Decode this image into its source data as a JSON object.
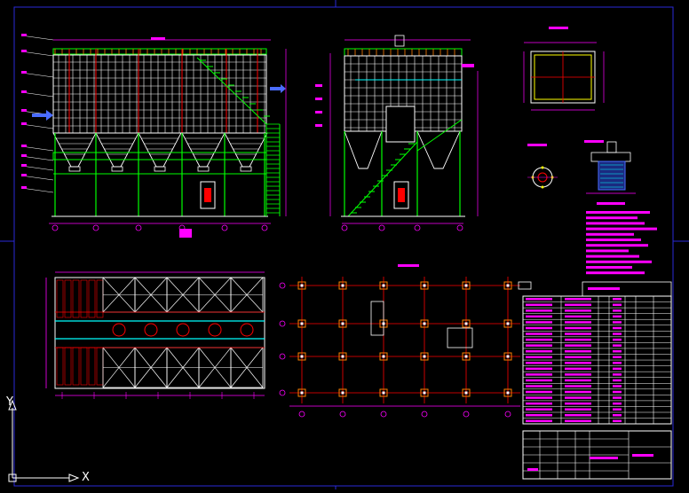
{
  "drawing": {
    "background": "#000000",
    "colors": {
      "frame": "#2a2ad8",
      "structure": "#ffffff",
      "dimension": "#ff00ff",
      "steel": "#00ff00",
      "red": "#ff0000",
      "cyan": "#00ffff",
      "yellow": "#ffff00",
      "orange": "#ff7f00",
      "column": "#ff6060"
    },
    "views": [
      "front-elevation",
      "side-elevation",
      "top-plan",
      "foundation-plan",
      "hopper-section",
      "flange-detail",
      "valve-detail"
    ]
  },
  "ucs": {
    "x_label": "X",
    "y_label": "Y"
  },
  "title_block": {
    "rows": 22
  },
  "notes": {
    "lines": 12
  }
}
